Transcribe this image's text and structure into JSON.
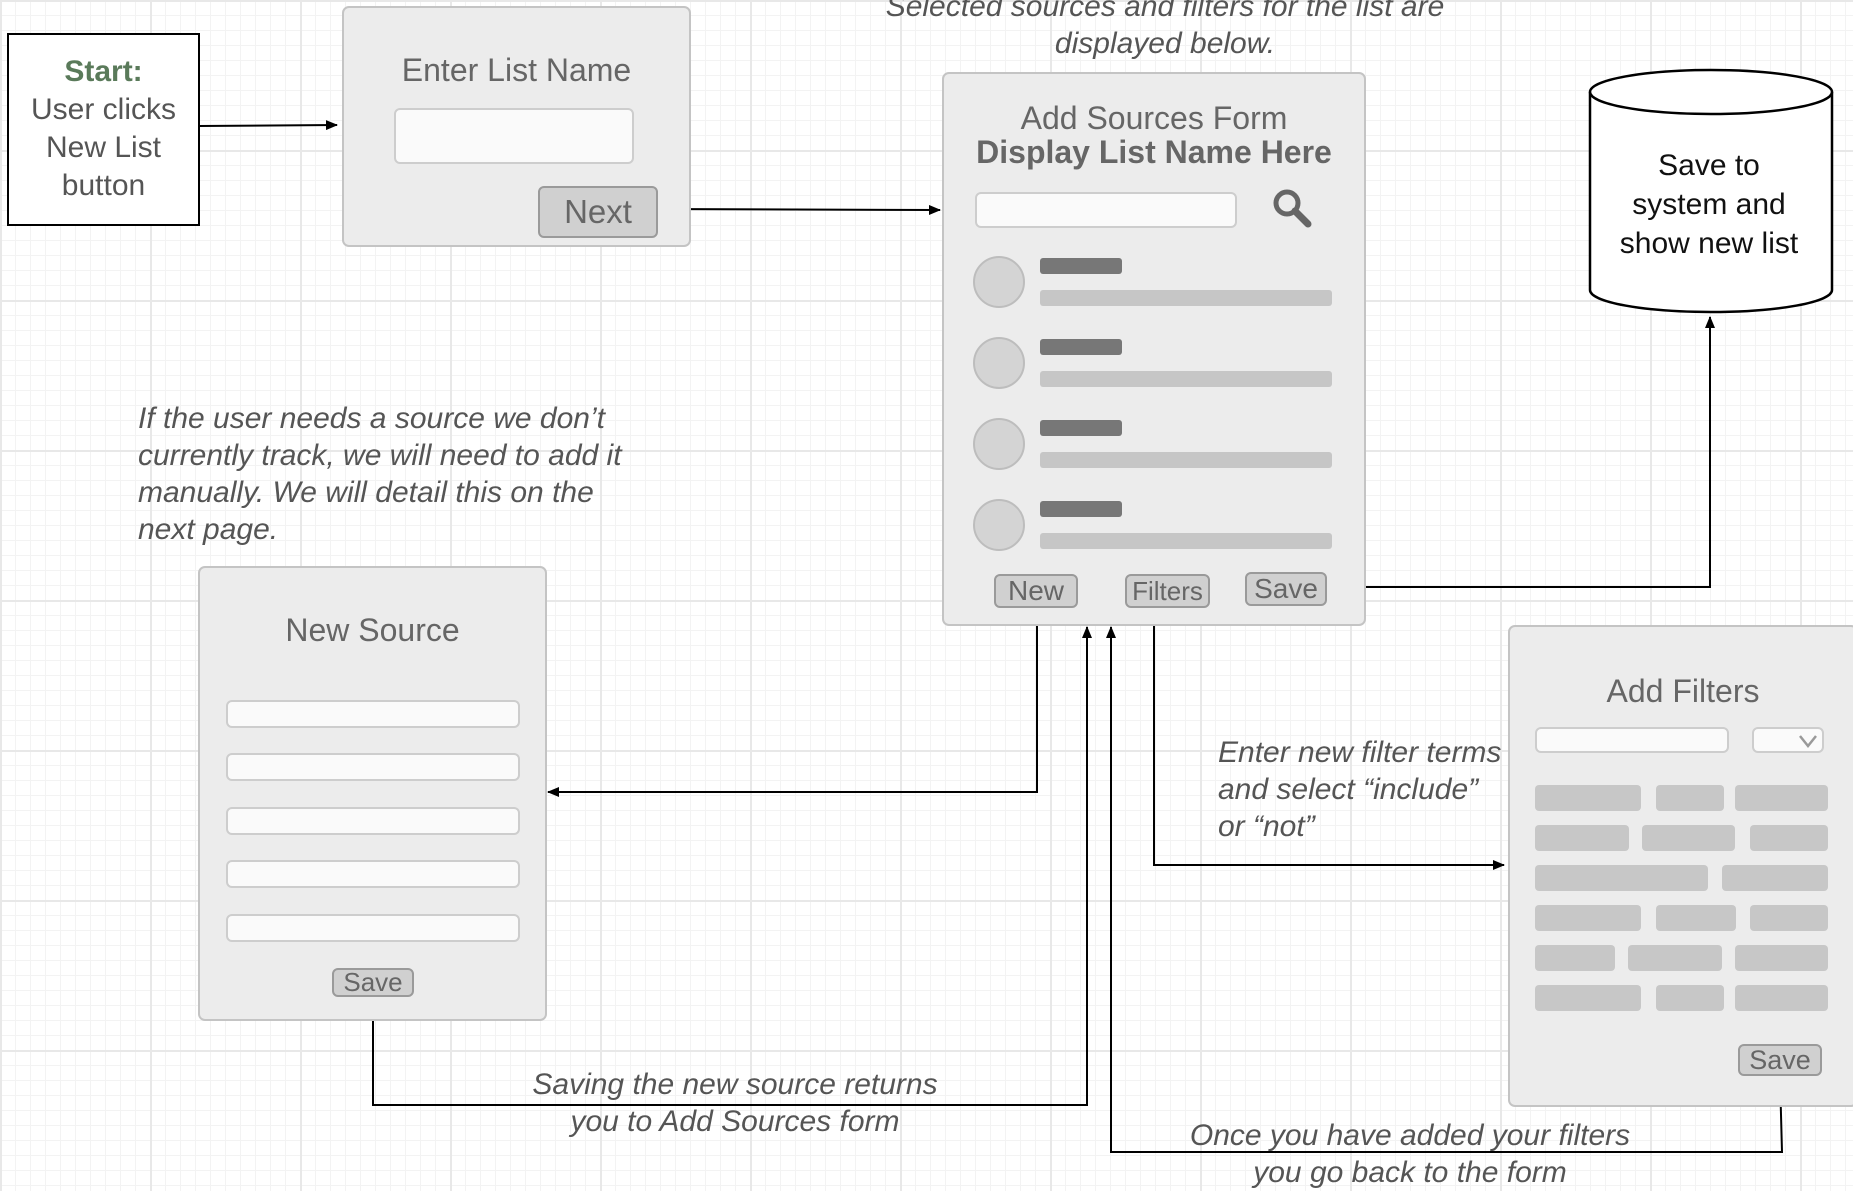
{
  "start": {
    "heading": "Start:",
    "body": "User clicks New List button"
  },
  "enter_list": {
    "title": "Enter List Name",
    "next_label": "Next"
  },
  "add_sources": {
    "caption": "Selected sources and filters for the list are displayed below.",
    "title": "Add Sources Form",
    "subtitle": "Display List Name Here",
    "new_label": "New",
    "filters_label": "Filters",
    "save_label": "Save"
  },
  "save_system": {
    "text": "Save to system and show new list"
  },
  "new_source": {
    "note": "If the user needs a source we don’t currently track, we will need to add it manually. We will detail this on the next page.",
    "title": "New Source",
    "save_label": "Save"
  },
  "add_filters": {
    "note": "Enter new filter terms and select “include” or “not”",
    "title": "Add Filters",
    "save_label": "Save"
  },
  "notes": {
    "save_return": "Saving the new source returns you to Add Sources form",
    "filters_return": "Once you have added your filters you go back to the form"
  },
  "colors": {
    "start_heading": "#5a7a5a",
    "panel": "#ececec",
    "button": "#d0d0d0",
    "line": "#000000"
  },
  "icons": {
    "search": "search-icon",
    "dropdown": "chevron-down-icon"
  }
}
